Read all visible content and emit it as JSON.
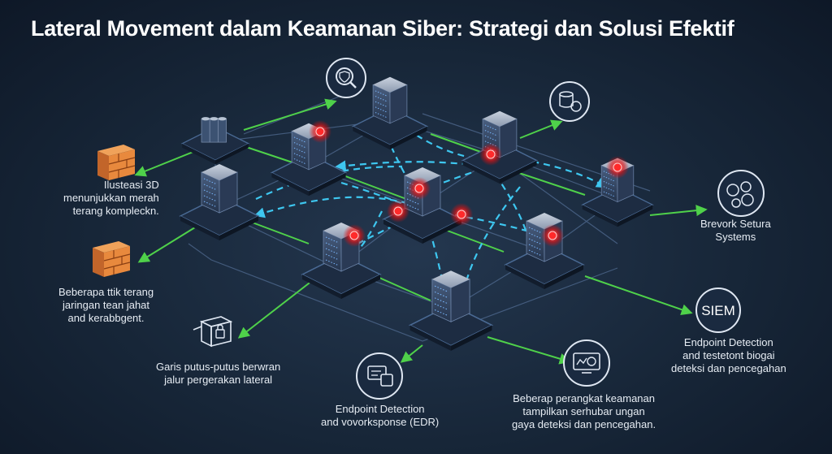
{
  "title": "Lateral Movement dalam Keamanan Siber: Strategi dan Solusi Efektif",
  "captions": {
    "illustration": [
      "Ilusteasi 3D",
      "menunjukkan merah",
      "terang kompleckn."
    ],
    "points": [
      "Beberapa ttik terang",
      "jaringan tean jahat",
      "and kerabbgent."
    ],
    "dashed": [
      "Garis putus-putus berwran",
      "jalur pergerakan lateral"
    ],
    "edr": [
      "Endpoint Detection",
      "and vovorksponse (EDR)"
    ],
    "devices": [
      "Beberap perangkat keamanan",
      "tampilkan serhubar ungan",
      "gaya deteksi dan pencegahan."
    ],
    "network": [
      "Brevork Setura",
      "Systems"
    ],
    "siem_badge": "SIEM",
    "siem": [
      "Endpoint Detection",
      "and testetont biogai",
      "deteksi dan pencegahan"
    ]
  },
  "colors": {
    "alert": "#ff2a2a",
    "solid_link": "#4fd14a",
    "dashed_link": "#3ec7f0",
    "platform": "#1d2c42",
    "server": "#3a4d6b"
  },
  "icons": [
    "shield-search-icon",
    "database-icon",
    "firewall-icon",
    "firewall-icon",
    "laptop-lock-icon",
    "edr-icon",
    "dashboard-icon",
    "network-security-icon"
  ]
}
